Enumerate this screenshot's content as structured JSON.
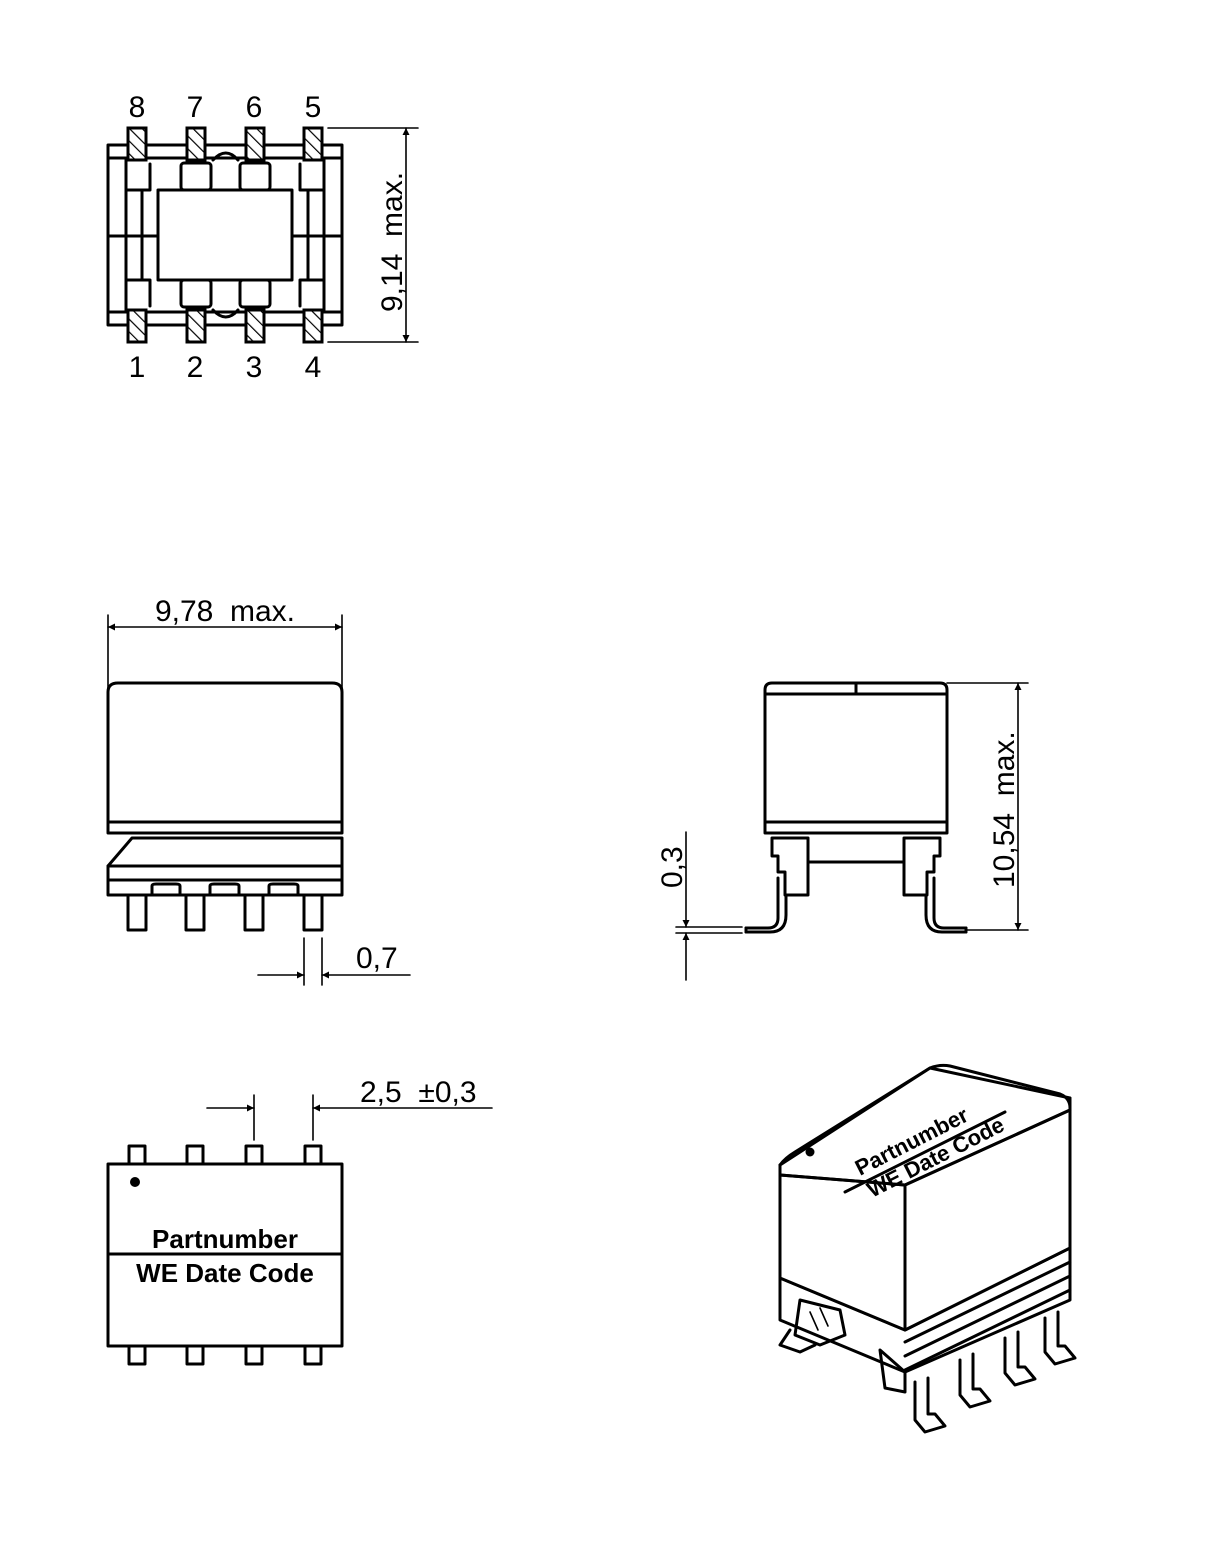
{
  "pins": {
    "top_row": [
      "8",
      "7",
      "6",
      "5"
    ],
    "bottom_row": [
      "1",
      "2",
      "3",
      "4"
    ]
  },
  "dimensions": {
    "length": "9,14  max.",
    "width": "9,78  max.",
    "height": "10,54  max.",
    "pin_width": "0,7",
    "standoff": "0,3",
    "pitch": "2,5  ±0,3"
  },
  "marking": {
    "line1": "Partnumber",
    "line2": "WE Date Code"
  }
}
